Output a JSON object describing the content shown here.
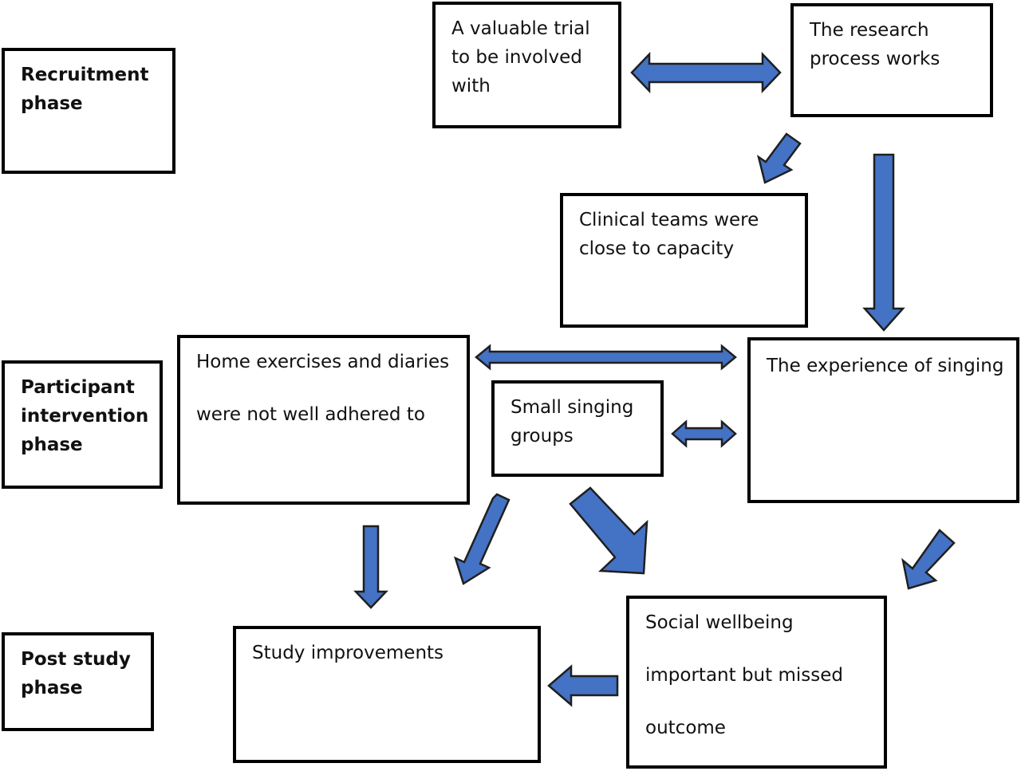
{
  "phases": {
    "recruitment": [
      "Recruitment",
      "phase"
    ],
    "participant": [
      "Participant",
      "intervention",
      "phase"
    ],
    "post_study": [
      "Post study",
      "phase"
    ]
  },
  "nodes": {
    "valuable_trial": [
      "A valuable trial",
      "to be involved",
      "with"
    ],
    "research_process": [
      "The research",
      "process works"
    ],
    "clinical_teams": [
      "Clinical teams were",
      "close to capacity"
    ],
    "home_exercises": [
      "Home exercises and diaries",
      "were not well adhered to"
    ],
    "small_groups": [
      "Small singing",
      "groups"
    ],
    "experience_singing": [
      "The experience of singing"
    ],
    "study_improvements": [
      "Study improvements"
    ],
    "social_wellbeing": [
      "Social wellbeing",
      "important but missed",
      "outcome"
    ]
  },
  "colors": {
    "arrow_fill": "#4472c4",
    "box_border": "#000000"
  }
}
